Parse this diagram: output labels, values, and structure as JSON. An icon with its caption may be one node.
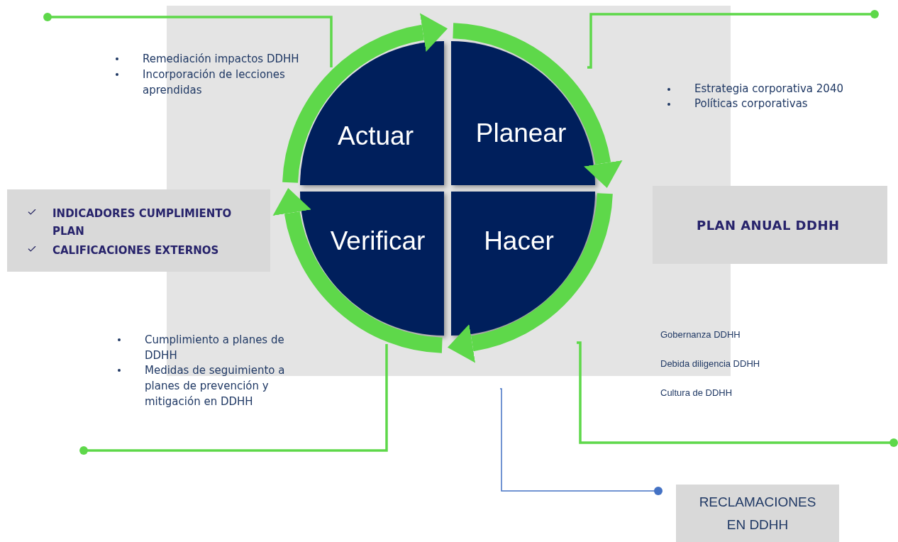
{
  "diagram": {
    "nodes": [
      {
        "text": [
          "Actuar"
        ]
      },
      {
        "text": [
          "Planear"
        ]
      },
      {
        "text": [
          "Hacer"
        ]
      },
      {
        "text": [
          "Verificar"
        ]
      },
      {
        "text": [
          "INDICADORES CUMPLIMIENTO PLAN",
          "CALIFICACIONES EXTERNOS"
        ]
      },
      {
        "text": [
          "PLAN ANUAL DDHH"
        ]
      },
      {
        "text": [
          "RECLAMACIONES EN DDHH"
        ]
      }
    ],
    "edges": [
      {
        "from": 0,
        "to": 1,
        "arrow": "to",
        "style": "thick"
      },
      {
        "from": 1,
        "to": 2,
        "arrow": "to",
        "style": "thick"
      },
      {
        "from": 2,
        "to": 3,
        "arrow": "to",
        "style": "thick"
      },
      {
        "from": 3,
        "to": 0,
        "arrow": "to",
        "style": "thick"
      },
      {
        "from": 0,
        "to": null,
        "arrow": "other"
      },
      {
        "from": 1,
        "to": null,
        "arrow": "other"
      },
      {
        "from": 3,
        "to": null,
        "arrow": "other"
      },
      {
        "from": 2,
        "to": null,
        "arrow": "other"
      }
    ],
    "labels": [
      "Remediación impactos DDHH",
      "Incorporación de lecciones aprendidas",
      "Estrategia corporativa 2040",
      "Políticas corporativas",
      "Cumplimiento a planes de DDHH",
      "Medidas de seguimiento a planes de prevención y mitigación en DDHH",
      "Gobernanza DDHH",
      "Debida diligencia DDHH",
      "Cultura de DDHH"
    ]
  }
}
